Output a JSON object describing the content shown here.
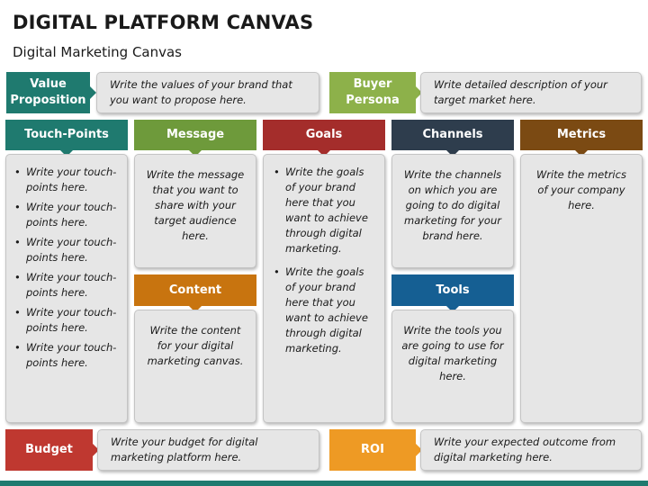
{
  "title": "DIGITAL PLATFORM CANVAS",
  "subtitle": "Digital Marketing Canvas",
  "colors": {
    "value_proposition": "#1f7a6f",
    "buyer_persona": "#8db14a",
    "touch_points": "#1f7a6f",
    "message": "#6e9a3b",
    "goals": "#a42d2b",
    "channels": "#2e3d4d",
    "metrics": "#7b4a13",
    "content": "#c8740f",
    "tools": "#155f93",
    "budget": "#bf3830",
    "roi": "#ee9a24",
    "box_bg": "#e6e6e6"
  },
  "value_proposition": {
    "label": "Value Proposition",
    "text": "Write the values of your brand that you want to propose here."
  },
  "buyer_persona": {
    "label": "Buyer Persona",
    "text": "Write detailed description of your target market here."
  },
  "touch_points": {
    "label": "Touch-Points",
    "items": [
      "Write your touch-points here.",
      "Write your touch-points here.",
      "Write your touch-points here.",
      "Write your touch-points here.",
      "Write your touch-points here.",
      "Write your touch-points here."
    ]
  },
  "message": {
    "label": "Message",
    "text": "Write the message that you want to share with your target audience here."
  },
  "content": {
    "label": "Content",
    "text": "Write the content for your digital marketing canvas."
  },
  "goals": {
    "label": "Goals",
    "items": [
      "Write the goals of your brand here that you want to achieve through digital marketing.",
      "Write the goals of your brand here that you want to achieve through digital marketing."
    ]
  },
  "channels": {
    "label": "Channels",
    "text": "Write the channels on which you are going to do digital marketing for your brand here."
  },
  "tools": {
    "label": "Tools",
    "text": "Write the tools you are going to use for digital marketing here."
  },
  "metrics": {
    "label": "Metrics",
    "text": "Write the metrics of your company here."
  },
  "budget": {
    "label": "Budget",
    "text": "Write your budget for digital marketing platform here."
  },
  "roi": {
    "label": "ROI",
    "text": "Write your expected outcome from digital marketing here."
  }
}
